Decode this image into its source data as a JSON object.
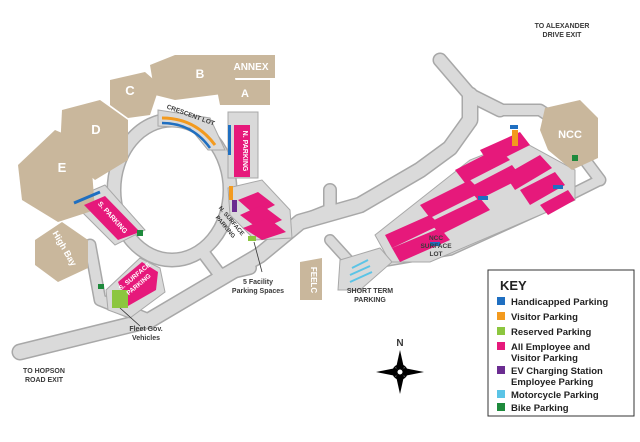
{
  "compass": {
    "north": "N"
  },
  "exits": {
    "alexander_line1": "TO ALEXANDER",
    "alexander_line2": "DRIVE EXIT",
    "hopson_line1": "TO HOPSON",
    "hopson_line2": "ROAD EXIT"
  },
  "buildings": {
    "a": "A",
    "b": "B",
    "c": "C",
    "d": "D",
    "e": "E",
    "annex": "ANNEX",
    "ncc": "NCC",
    "high_bay": "High Bay",
    "feelc": "FEELC"
  },
  "lots": {
    "crescent": "CRESCENT LOT",
    "n_parking": "N. PARKING",
    "s_parking": "S. PARKING",
    "s_surface_line1": "S. SURFACE",
    "s_surface_line2": "PARKING",
    "n_surface_line1": "N. SURFACE",
    "n_surface_line2": "PARKING",
    "ncc_surface_line1": "NCC",
    "ncc_surface_line2": "SURFACE",
    "ncc_surface_line3": "LOT",
    "short_term_line1": "SHORT TERM",
    "short_term_line2": "PARKING"
  },
  "callouts": {
    "facility_line1": "5 Facility",
    "facility_line2": "Parking Spaces",
    "fleet_line1": "Fleet Gov.",
    "fleet_line2": "Vehicles"
  },
  "key": {
    "title": "KEY",
    "items": [
      {
        "label": "Handicapped Parking",
        "color": "#1f6fc1"
      },
      {
        "label": "Visitor Parking",
        "color": "#f39a1e"
      },
      {
        "label": "Reserved Parking",
        "color": "#8cc63f"
      },
      {
        "label": "All Employee and",
        "label2": "Visitor Parking",
        "color": "#e6197b"
      },
      {
        "label": "EV Charging Station",
        "label2": "Employee Parking",
        "color": "#6b2c91"
      },
      {
        "label": "Motorcycle Parking",
        "color": "#5bc4e6"
      },
      {
        "label": "Bike Parking",
        "color": "#1e8a3c"
      }
    ]
  },
  "colors": {
    "road": "#d9d9d9",
    "road_edge": "#a8a8a8",
    "building": "#c9b79c",
    "pink": "#e6197b",
    "handicap": "#1f6fc1",
    "visitor": "#f39a1e",
    "reserved": "#8cc63f",
    "ev": "#6b2c91",
    "moto": "#5bc4e6",
    "bike": "#1e8a3c"
  }
}
